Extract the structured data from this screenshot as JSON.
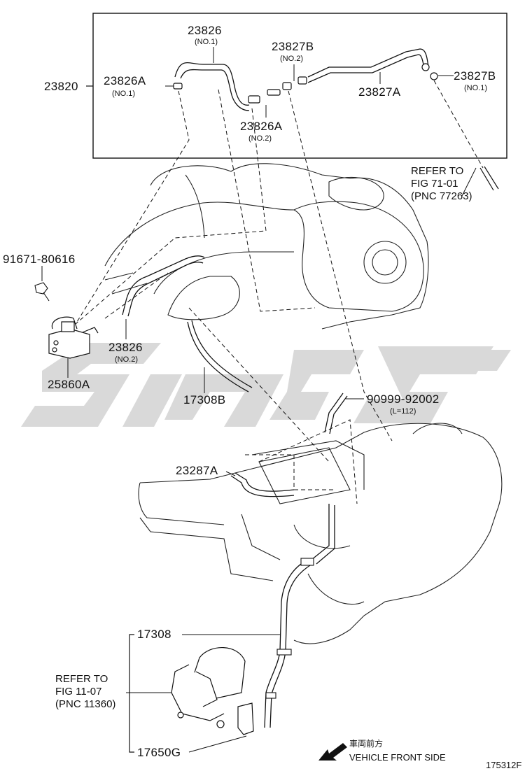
{
  "parts": {
    "p23820": "23820",
    "p23826_top": "23826",
    "p23826_top_sub": "(NO.1)",
    "p23826a_left": "23826A",
    "p23826a_left_sub": "(NO.1)",
    "p23827b_mid": "23827B",
    "p23827b_mid_sub": "(NO.2)",
    "p23827b_right": "23827B",
    "p23827b_right_sub": "(NO.1)",
    "p23827a": "23827A",
    "p23826a_mid": "23826A",
    "p23826a_mid_sub": "(NO.2)",
    "p91671": "91671-80616",
    "p23826_low": "23826",
    "p23826_low_sub": "(NO.2)",
    "p25860a": "25860A",
    "p17308b": "17308B",
    "p90999": "90999-92002",
    "p90999_sub": "(L=112)",
    "p23287a": "23287A",
    "p17308": "17308",
    "p17650g": "17650G"
  },
  "refs": {
    "ref_top": "REFER TO\nFIG 71-01\n(PNC 77263)",
    "ref_bottom": "REFER TO\nFIG 11-07\n(PNC 11360)"
  },
  "direction": {
    "jp": "車両前方",
    "en": "VEHICLE FRONT SIDE"
  },
  "figure_number": "175312F",
  "watermark_color": "#d9d9d9"
}
